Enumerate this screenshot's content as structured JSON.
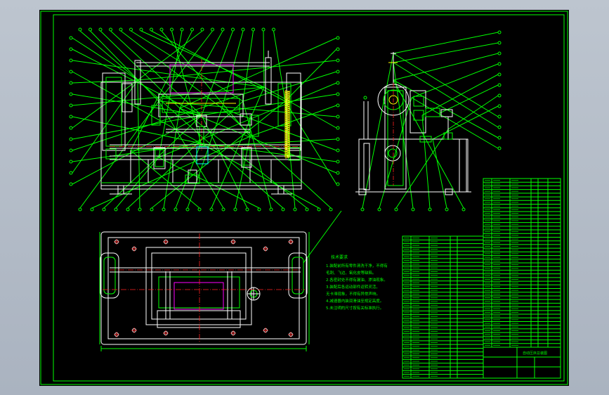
{
  "sheet": {
    "background": "#000000",
    "line_color": "#00ff00",
    "outline_color": "#ffffff",
    "centerline_color": "#ff2020"
  },
  "technical_notes": {
    "title": "技术要求",
    "lines": [
      "1.装配前所有零件清洗干净，不得有",
      "毛刺、飞边、氧化皮等缺陷。",
      "2.各密封处不得有漏油、渗油现象。",
      "3.装配后各运动部件运转灵活，",
      "无卡滞现象，不得有异常声响。",
      "4.减速器内装润滑油至规定高度。",
      "5.未注明的尺寸按有关标准执行。"
    ]
  },
  "title_block": {
    "drawing_title": "自动压床总装图"
  }
}
